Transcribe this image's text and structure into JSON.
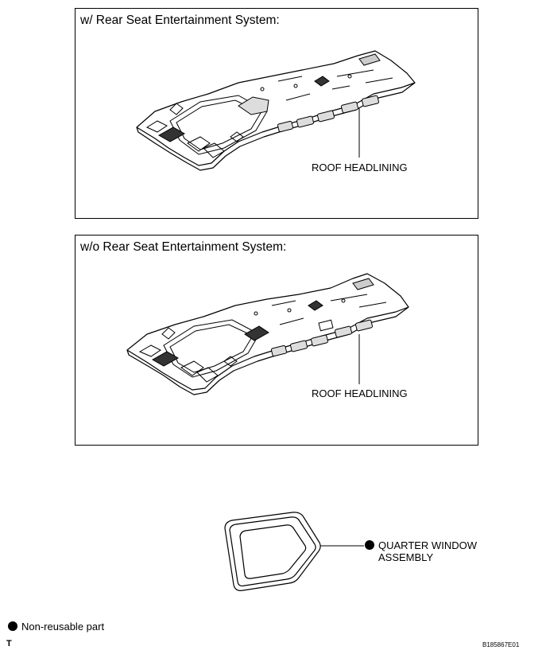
{
  "panels": [
    {
      "title": "w/ Rear Seat Entertainment System:",
      "callout": "ROOF HEADLINING"
    },
    {
      "title": "w/o Rear Seat Entertainment System:",
      "callout": "ROOF HEADLINING"
    }
  ],
  "quarter_window": {
    "label_line1": "QUARTER WINDOW",
    "label_line2": "ASSEMBLY"
  },
  "legend": {
    "label": "Non-reusable part"
  },
  "footer": {
    "left_code": "T",
    "right_code": "B185867E01"
  },
  "colors": {
    "line": "#000000",
    "background": "#ffffff"
  }
}
